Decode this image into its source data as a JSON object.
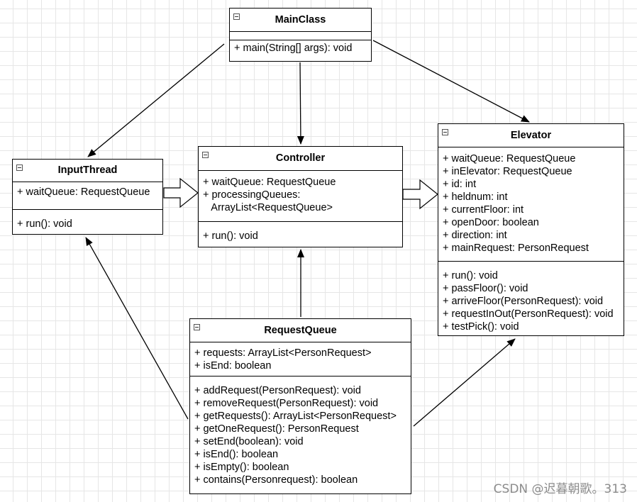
{
  "classes": {
    "main": {
      "name": "MainClass",
      "attributes": [],
      "methods": [
        "+ main(String[] args): void"
      ]
    },
    "input": {
      "name": "InputThread",
      "attributes": [
        "+ waitQueue: RequestQueue"
      ],
      "methods": [
        "+ run(): void"
      ]
    },
    "controller": {
      "name": "Controller",
      "attributes": [
        "+ waitQueue: RequestQueue",
        "+ processingQueues:",
        "   ArrayList<RequestQueue>"
      ],
      "methods": [
        "+ run(): void"
      ]
    },
    "elevator": {
      "name": "Elevator",
      "attributes": [
        "+ waitQueue: RequestQueue",
        "+ inElevator: RequestQueue",
        "+ id: int",
        "+ heldnum: int",
        "+ currentFloor: int",
        "+ openDoor: boolean",
        "+ direction: int",
        "+ mainRequest: PersonRequest"
      ],
      "methods": [
        "+ run(): void",
        "+ passFloor(): void",
        "+ arriveFloor(PersonRequest): void",
        "+ requestInOut(PersonRequest): void",
        "+ testPick(): void"
      ]
    },
    "request": {
      "name": "RequestQueue",
      "attributes": [
        "+ requests: ArrayList<PersonRequest>",
        "+ isEnd: boolean"
      ],
      "methods": [
        "+ addRequest(PersonRequest): void",
        "+ removeRequest(PersonRequest): void",
        "+ getRequests(): ArrayList<PersonRequest>",
        "+ getOneRequest(): PersonRequest",
        "+ setEnd(boolean): void",
        "+ isEnd(): boolean",
        "+ isEmpty(): boolean",
        "+ contains(Personrequest): boolean"
      ]
    }
  },
  "watermark": "CSDN @迟暮朝歌。313"
}
